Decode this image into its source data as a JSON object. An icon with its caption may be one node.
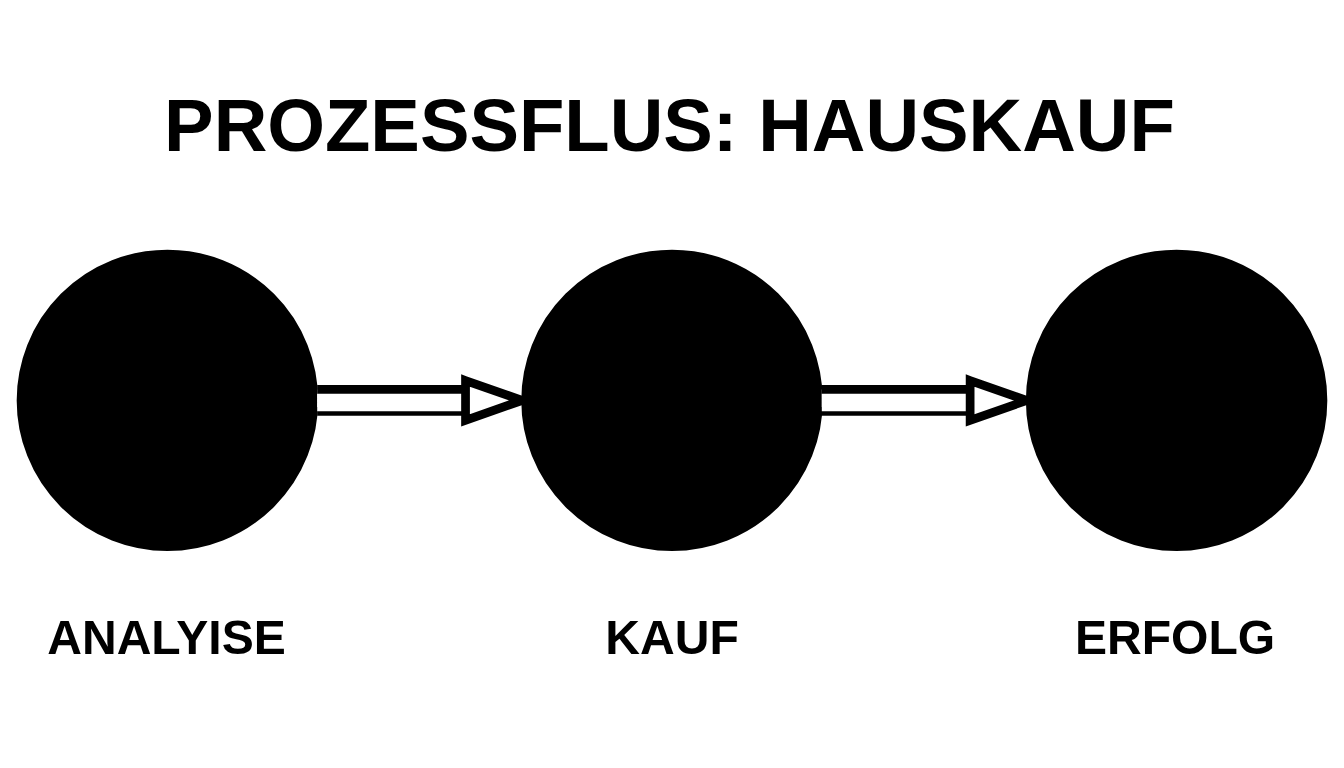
{
  "diagram": {
    "title": "PROZESSFLUS: HAUSKAUF",
    "nodes": [
      {
        "text": [],
        "shape": "circle",
        "beside": [
          "ANALYISE"
        ]
      },
      {
        "text": [],
        "shape": "circle",
        "beside": [
          "KAUF"
        ]
      },
      {
        "text": [],
        "shape": "circle",
        "beside": [
          "ERFOLG"
        ]
      }
    ],
    "edges": [
      {
        "from": 0,
        "to": 1,
        "arrow": "to"
      },
      {
        "from": 1,
        "to": 2,
        "arrow": "to"
      }
    ]
  }
}
